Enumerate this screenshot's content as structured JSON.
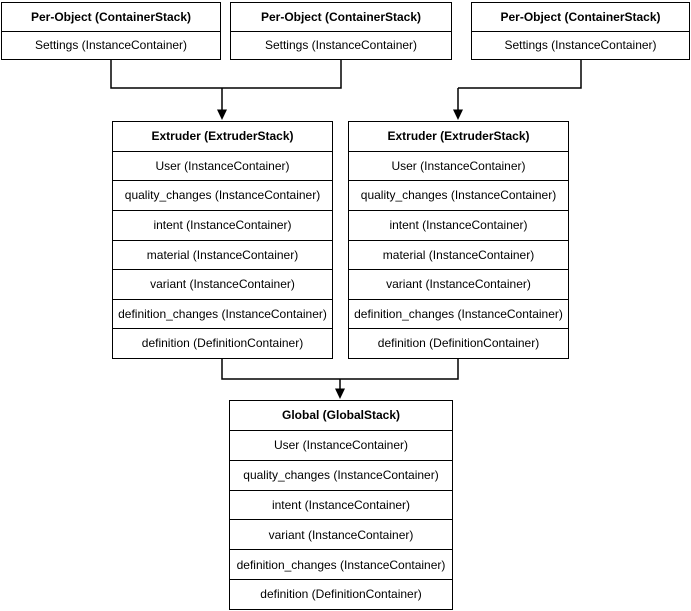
{
  "colors": {
    "line": "#000000",
    "background": "#ffffff",
    "text": "#000000"
  },
  "boxes": [
    {
      "title": "Per-Object (ContainerStack)",
      "rows": [
        "Settings (InstanceContainer)"
      ]
    },
    {
      "title": "Per-Object (ContainerStack)",
      "rows": [
        "Settings (InstanceContainer)"
      ]
    },
    {
      "title": "Per-Object (ContainerStack)",
      "rows": [
        "Settings (InstanceContainer)"
      ]
    },
    {
      "title": "Extruder (ExtruderStack)",
      "rows": [
        "User (InstanceContainer)",
        "quality_changes (InstanceContainer)",
        "intent (InstanceContainer)",
        "material (InstanceContainer)",
        "variant (InstanceContainer)",
        "definition_changes (InstanceContainer)",
        "definition (DefinitionContainer)"
      ]
    },
    {
      "title": "Extruder (ExtruderStack)",
      "rows": [
        "User (InstanceContainer)",
        "quality_changes (InstanceContainer)",
        "intent (InstanceContainer)",
        "material (InstanceContainer)",
        "variant (InstanceContainer)",
        "definition_changes (InstanceContainer)",
        "definition (DefinitionContainer)"
      ]
    },
    {
      "title": "Global (GlobalStack)",
      "rows": [
        "User (InstanceContainer)",
        "quality_changes (InstanceContainer)",
        "intent (InstanceContainer)",
        "variant (InstanceContainer)",
        "definition_changes (InstanceContainer)",
        "definition (DefinitionContainer)"
      ]
    }
  ]
}
